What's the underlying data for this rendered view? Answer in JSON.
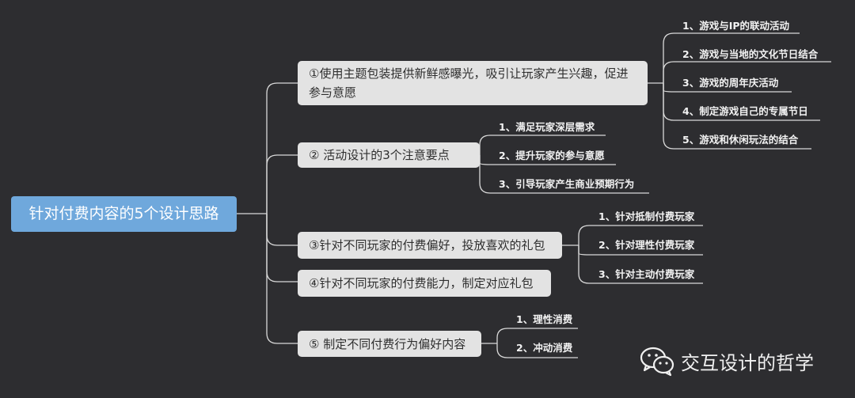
{
  "root": {
    "label": "针对付费内容的5个设计思路"
  },
  "branches": [
    {
      "label": "①使用主题包装提供新鲜感曝光，吸引让玩家产生兴趣，促进参与意愿",
      "leaves": [
        "1、游戏与IP的联动活动",
        "2、游戏与当地的文化节日结合",
        "3、游戏的周年庆活动",
        "4、制定游戏自己的专属节日",
        "5、游戏和休闲玩法的结合"
      ]
    },
    {
      "label": "② 活动设计的3个注意要点",
      "leaves": [
        "1、满足玩家深层需求",
        "2、提升玩家的参与意愿",
        "3、引导玩家产生商业预期行为"
      ]
    },
    {
      "label": "③针对不同玩家的付费偏好，投放喜欢的礼包",
      "leaves": [
        "1、针对抵制付费玩家",
        "2、针对理性付费玩家",
        "3、针对主动付费玩家"
      ]
    },
    {
      "label": "④针对不同玩家的付费能力，制定对应礼包",
      "leaves": []
    },
    {
      "label": "⑤ 制定不同付费行为偏好内容",
      "leaves": [
        "1、理性消费",
        "2、冲动消费"
      ]
    }
  ],
  "watermark": {
    "text": "交互设计的哲学",
    "icon": "wechat-icon"
  }
}
